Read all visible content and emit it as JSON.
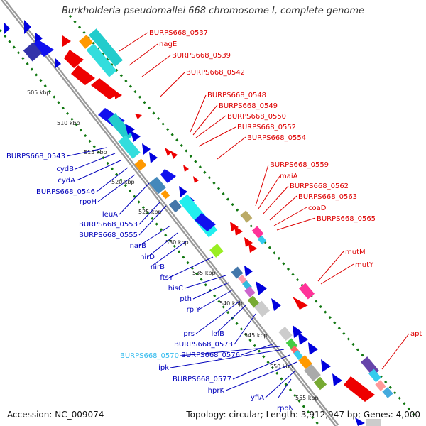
{
  "title": "Burkholderia pseudomallei 668 chromosome I, complete genome",
  "footer": {
    "accession": "Accession: NC_009074",
    "summary": "Topology: circular; Length: 3,912,947 bp; Genes: 4,000"
  },
  "colors": {
    "forward_label": "#dd0000",
    "reverse_label": "#0000bb",
    "highlight_label": "#33bbee",
    "backbone": "#999999",
    "tick_dots": "#117711"
  },
  "scale_labels": [
    "505 kbp",
    "510 kbp",
    "515 kbp",
    "520 kbp",
    "525 kbp",
    "530 kbp",
    "535 kbp",
    "540 kbp",
    "545 kbp",
    "550 kbp",
    "555 kbp"
  ],
  "forward_labels": [
    "BURPS668_0537",
    "nagE",
    "BURPS668_0539",
    "BURPS668_0542",
    "BURPS668_0548",
    "BURPS668_0549",
    "BURPS668_0550",
    "BURPS668_0552",
    "BURPS668_0554",
    "BURPS668_0559",
    "maiA",
    "BURPS668_0562",
    "BURPS668_0563",
    "coaD",
    "BURPS668_0565",
    "mutM",
    "mutY",
    "apt"
  ],
  "reverse_labels": [
    "BURPS668_0543",
    "cydB",
    "cydA",
    "BURPS668_0546",
    "rpoH",
    "leuA",
    "BURPS668_0553",
    "BURPS668_0555",
    "narB",
    "nirD",
    "nirB",
    "ftsY",
    "hisC",
    "pth",
    "rplY",
    "prs",
    "lolB",
    "BURPS668_0573",
    "BURPS668_0576",
    "BURPS668_0570",
    "ipk",
    "BURPS668_0577",
    "hprK",
    "yfiA",
    "rpoN"
  ]
}
